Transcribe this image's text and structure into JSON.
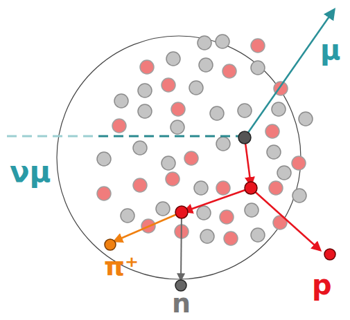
{
  "diagram": {
    "labels": [
      "μ",
      "νμ",
      "π⁺",
      "p",
      "n"
    ]
  }
}
